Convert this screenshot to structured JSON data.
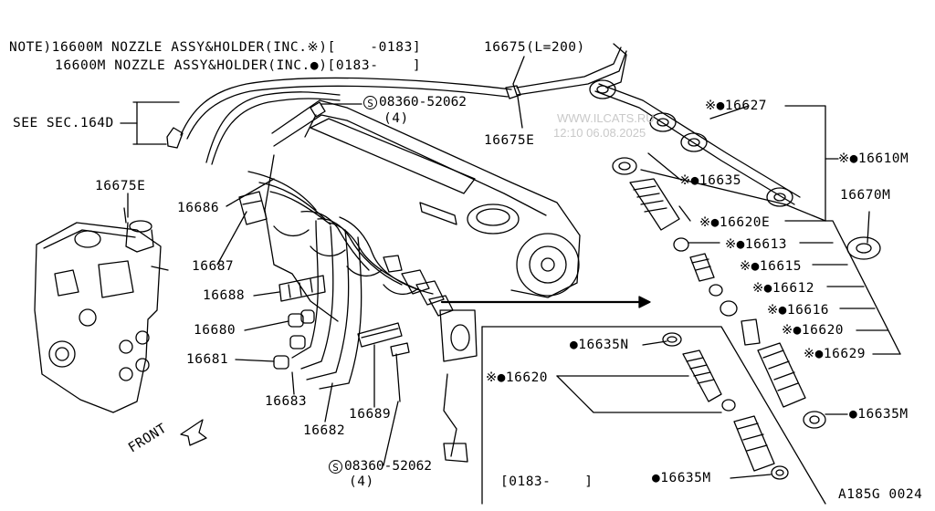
{
  "notes": {
    "line1": "NOTE)16600M NOZZLE ASSY&HOLDER(INC.※)[    -0183]",
    "line2": "16600M NOZZLE ASSY&HOLDER(INC.●)[0183-    ]"
  },
  "watermark": {
    "site": "WWW.ILCATS.RU",
    "stamp": "12:10 06.08.2025"
  },
  "labels": {
    "p16675": "16675(L=200)",
    "bolt_top": "08360-52062",
    "bolt_top_qty": "(4)",
    "p16675E_right": "16675E",
    "see_sec": "SEE SEC.164D",
    "p16675E_left": "16675E",
    "p16686": "16686",
    "p16687": "16687",
    "p16688": "16688",
    "p16680": "16680",
    "p16681": "16681",
    "p16683": "16683",
    "p16682": "16682",
    "p16689": "16689",
    "bolt_bottom": "08360-52062",
    "bolt_bottom_qty": "(4)",
    "front": "FRONT",
    "p16627": "※●16627",
    "p16610M": "※●16610M",
    "p16635": "※●16635",
    "p16670M": "16670M",
    "p16620E": "※●16620E",
    "p16613": "※●16613",
    "p16615": "※●16615",
    "p16612": "※●16612",
    "p16616": "※●16616",
    "p16620": "※●16620",
    "p16629": "※●16629",
    "p16635M_right": "●16635M",
    "p16635N": "●16635N",
    "p16620_inset": "※●16620",
    "p16635M_inset": "●16635M",
    "inset_range": "[0183-    ]",
    "diagram_code": "A185G 0024",
    "screw_symbol": "S"
  }
}
